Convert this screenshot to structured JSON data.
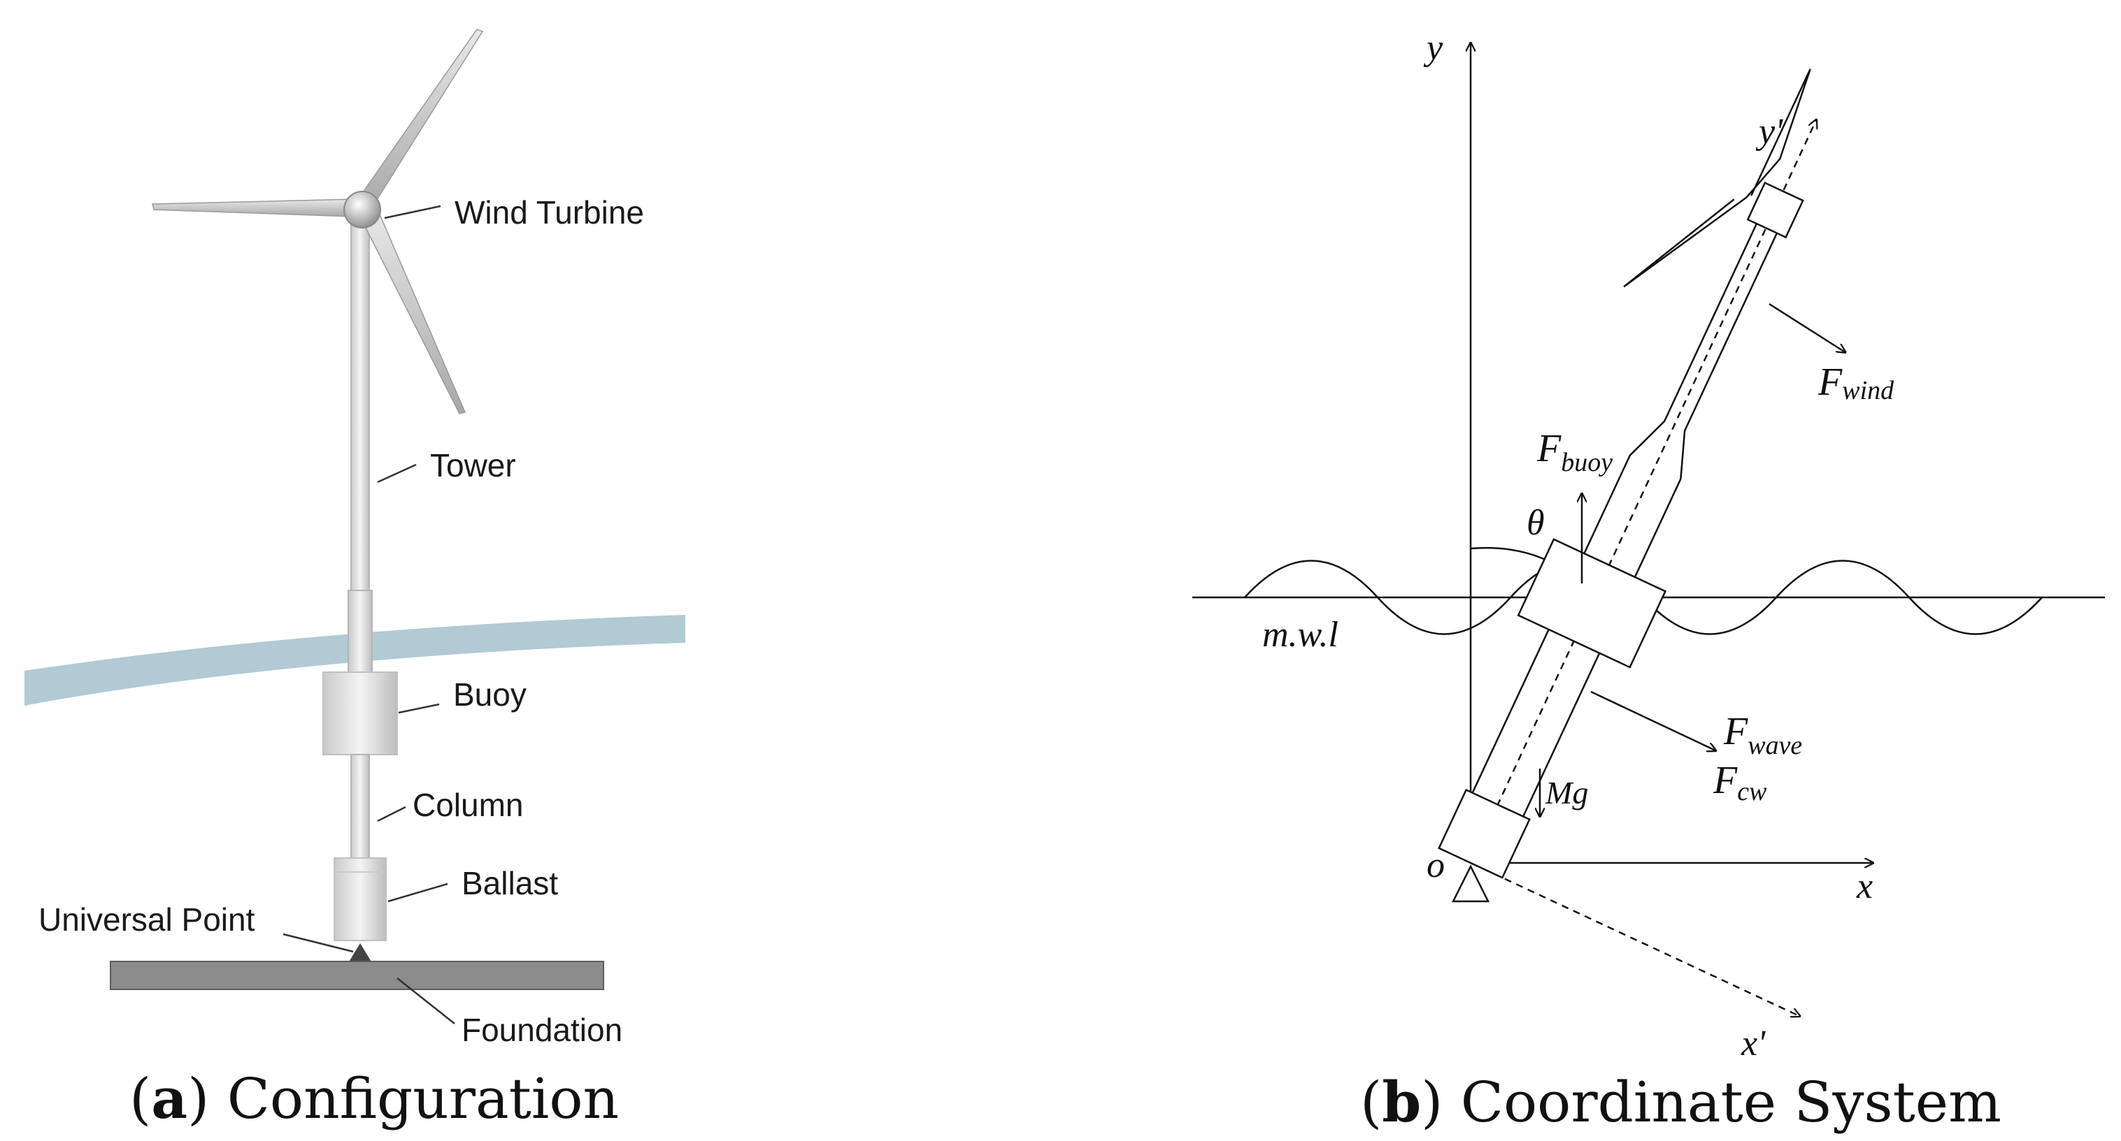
{
  "panel_a": {
    "labels": {
      "wind_turbine": "Wind Turbine",
      "tower": "Tower",
      "buoy": "Buoy",
      "column": "Column",
      "ballast": "Ballast",
      "universal_point": "Universal Point",
      "foundation": "Foundation"
    },
    "caption": {
      "letter": "a",
      "text": "Configuration"
    },
    "colors": {
      "water": "#a9c4cf",
      "foundation": "#8c8c8c",
      "structure": "#e4e4e4"
    }
  },
  "panel_b": {
    "axes": {
      "y": "y",
      "x": "x",
      "y_prime": "y'",
      "x_prime": "x'",
      "origin": "o"
    },
    "angle": "θ",
    "waterline": "m.w.l",
    "forces": {
      "wind": {
        "main": "F",
        "sub": "wind"
      },
      "buoy": {
        "main": "F",
        "sub": "buoy"
      },
      "wave": {
        "main": "F",
        "sub": "wave"
      },
      "cw": {
        "main": "F",
        "sub": "cw"
      },
      "gravity": "Mg"
    },
    "caption": {
      "letter": "b",
      "text": "Coordinate System"
    }
  }
}
